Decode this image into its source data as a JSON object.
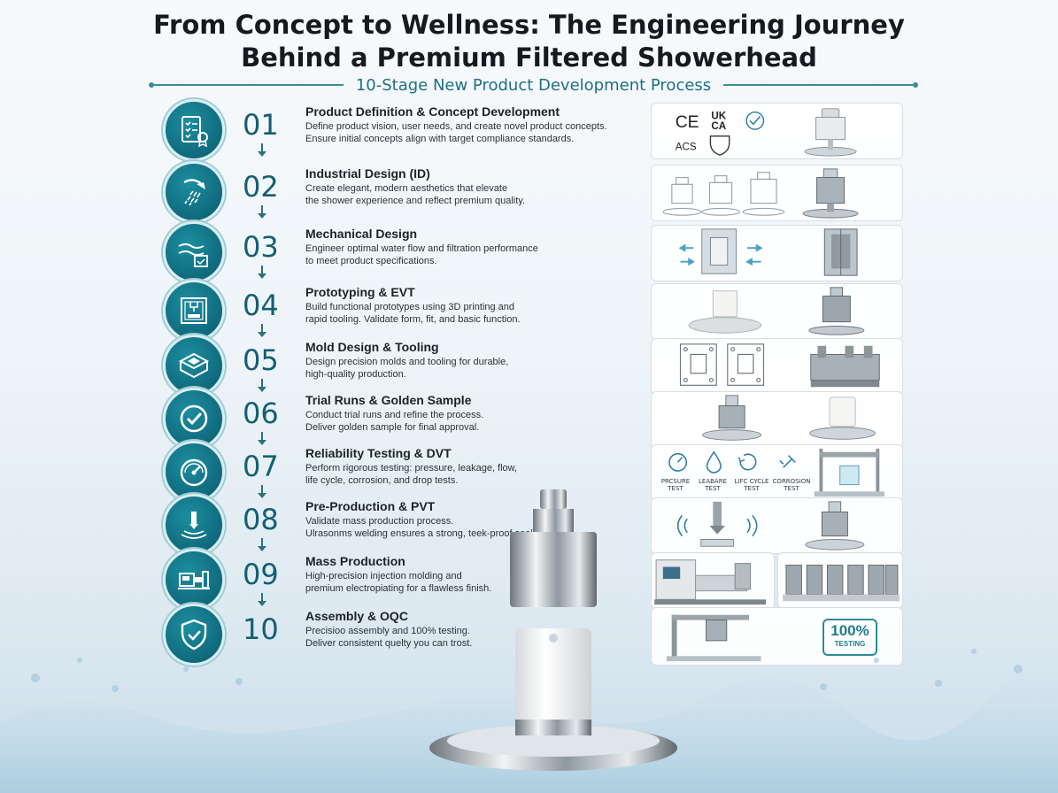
{
  "header": {
    "title_line1": "From Concept to Wellness: The Engineering Journey",
    "title_line2": "Behind a Premium Filtered Showerhead",
    "subtitle": "10-Stage New Product Development Process"
  },
  "certifications": [
    "CE",
    "UK CA",
    "ACS"
  ],
  "stages": [
    {
      "num": "01",
      "title": "Product Definition & Concept Development",
      "desc": "Define product vision, user needs, and create novel product concepts.\nEnsure initial concepts align with target compliance standards."
    },
    {
      "num": "02",
      "title": "Industrial Design (ID)",
      "desc": "Create elegant, modern aesthetics that elevate\nthe shower experience and reflect premium quality."
    },
    {
      "num": "03",
      "title": "Mechanical Design",
      "desc": "Engineer optimal water flow and filtration performance\nto meet product specifications."
    },
    {
      "num": "04",
      "title": "Prototyping & EVT",
      "desc": "Build functional prototypes using 3D printing and\nrapid tooling. Validate form, fit, and basic function."
    },
    {
      "num": "05",
      "title": "Mold Design & Tooling",
      "desc": "Design precision molds and tooling for durable,\nhigh-quality production."
    },
    {
      "num": "06",
      "title": "Trial Runs & Golden Sample",
      "desc": "Conduct trial runs and refine the process.\nDeliver golden sample for final approval."
    },
    {
      "num": "07",
      "title": "Reliability Testing & DVT",
      "desc": "Perform rigorous testing: pressure, leakage, flow,\nlife cycle, corrosion, and drop tests."
    },
    {
      "num": "08",
      "title": "Pre-Production & PVT",
      "desc": "Validate mass production process.\nUlrasonms welding ensures a strong, teek-proof seal."
    },
    {
      "num": "09",
      "title": "Mass Production",
      "desc": "High-precision injection molding and\npremium electropiating for a flawless finish."
    },
    {
      "num": "10",
      "title": "Assembly & OQC",
      "desc": "Precisioo assembly and 100% testing.\nDeliver consistent quelty you can trost."
    }
  ],
  "tests": [
    "PRCSURE TEST",
    "LEABARE TEST",
    "LIFC CYCLE TEST",
    "CORROSION TEST"
  ],
  "badge": {
    "value": "100%",
    "label": "TESTING"
  }
}
